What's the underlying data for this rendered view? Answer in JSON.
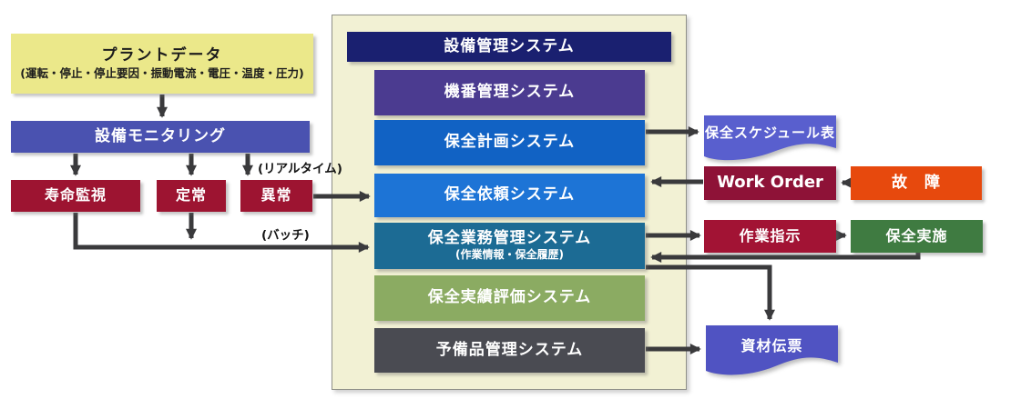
{
  "left": {
    "plant_title": "プラントデータ",
    "plant_subtitle": "(運転・停止・停止要因・振動電流・電圧・温度・圧力)",
    "monitoring": "設備モニタリング",
    "lifetime": "寿命監視",
    "steady": "定常",
    "abnormal": "異常",
    "realtime_label": "(リアルタイム)",
    "batch_label": "(バッチ)"
  },
  "center": {
    "header": "設備管理システム",
    "systems": [
      "機番管理システム",
      "保全計画システム",
      "保全依頼システム",
      "保全業務管理システム",
      "保全実績評価システム",
      "予備品管理システム"
    ],
    "work_subtitle": "(作業情報・保全履歴)"
  },
  "right": {
    "schedule": "保全スケジュール表",
    "work_order": "Work Order",
    "failure": "故　障",
    "instruction": "作業指示",
    "execution": "保全実施",
    "material": "資材伝票"
  },
  "colors": {
    "plant_yellow": "#ebe88a",
    "monitoring_blue": "#4a52b0",
    "crimson": "#9d1431",
    "panel_bg": "#f2f1d4",
    "navy": "#1a2070",
    "purple": "#4b3b90",
    "plan_blue": "#1162c4",
    "request_blue": "#1d74d6",
    "teal": "#1c6b94",
    "eval_green": "#8bab62",
    "spare_gray": "#4a4b52",
    "schedule_doc_blue": "#595fce",
    "material_doc_blue": "#5053c2",
    "work_order_maroon": "#8e1237",
    "instruction_crimson": "#a21334",
    "failure_orange": "#e7490d",
    "exec_green": "#3f7b41",
    "arrow": "#3a3a3c"
  }
}
